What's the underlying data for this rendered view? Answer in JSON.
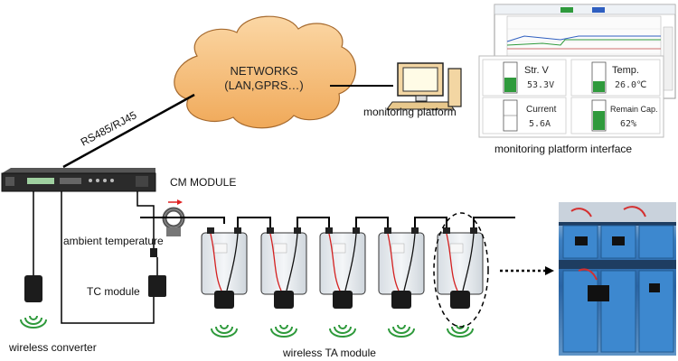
{
  "diagram": {
    "network_cloud": {
      "line1": "NETWORKS",
      "line2": "(LAN,GPRS…)"
    },
    "link_label": "RS485/RJ45",
    "monitoring_platform": "monitoring platform",
    "monitoring_interface": "monitoring platform interface",
    "cm_module": "CM MODULE",
    "ambient_temperature": "ambient temperature",
    "tc_module": "TC module",
    "wireless_converter": "wireless converter",
    "wireless_ta_module": "wireless TA module",
    "panels": {
      "str_v": {
        "label": "Str. V",
        "value": "53.3V",
        "fill": 0.5
      },
      "temp": {
        "label": "Temp.",
        "value": "26.0℃",
        "fill": 0.35
      },
      "current": {
        "label": "Current",
        "value": "5.6A",
        "fill": 0.0
      },
      "remain": {
        "label": "Remain Cap.",
        "value": "62%",
        "fill": 0.62
      }
    },
    "colors": {
      "cloud": "#f5bd7a",
      "cloud_edge": "#a66a2e",
      "wire": "#000000",
      "battery": "#e8ecef",
      "battery_frame": "#1a1a1a",
      "wifi": "#2f9a3c",
      "panel_green": "#2f9a3c",
      "arrow_red": "#e02020",
      "photo_bg": "#4a86c0"
    }
  }
}
